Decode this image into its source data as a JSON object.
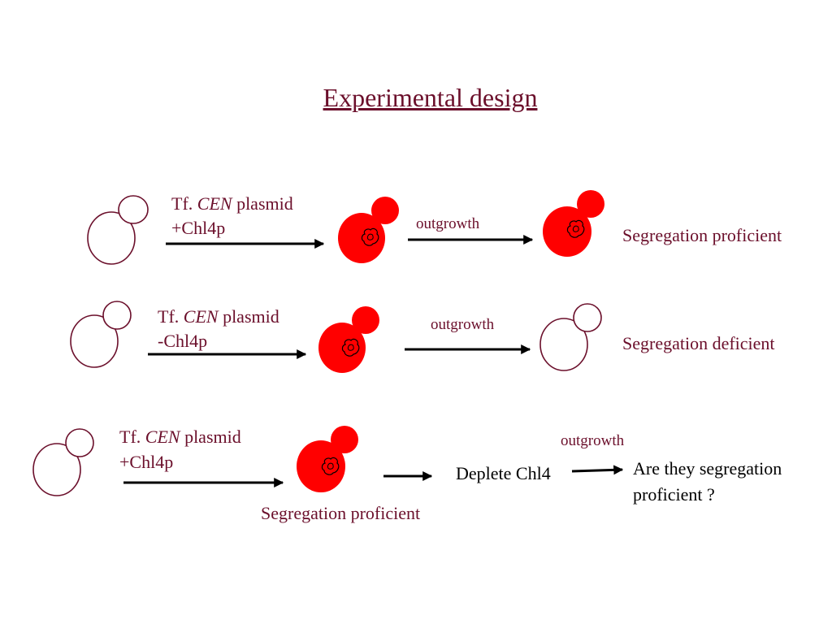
{
  "title": "Experimental design",
  "colors": {
    "text": "#6b0f2b",
    "cell_fill": "#ff0000",
    "cell_outline": "#6b0f2b",
    "arrow": "#000000"
  },
  "icons": [
    "empty-yeast-cell-icon",
    "plasmid-yeast-cell-icon",
    "plasmid-icon",
    "arrow-icon"
  ],
  "rows": [
    {
      "condition_prefix": "Tf. ",
      "condition_italic": "CEN",
      "condition_suffix": " plasmid",
      "protein": "+Chl4p",
      "step": "outgrowth",
      "outcome": "Segregation proficient"
    },
    {
      "condition_prefix": "Tf. ",
      "condition_italic": "CEN",
      "condition_suffix": " plasmid",
      "protein": "-Chl4p",
      "step": "outgrowth",
      "outcome": "Segregation deficient"
    },
    {
      "condition_prefix": "Tf. ",
      "condition_italic": "CEN",
      "condition_suffix": " plasmid",
      "protein": "+Chl4p",
      "intermediate_outcome": "Segregation proficient",
      "action": "Deplete Chl4",
      "step": "outgrowth",
      "question_line1": "Are they segregation",
      "question_line2": "proficient ?"
    }
  ]
}
